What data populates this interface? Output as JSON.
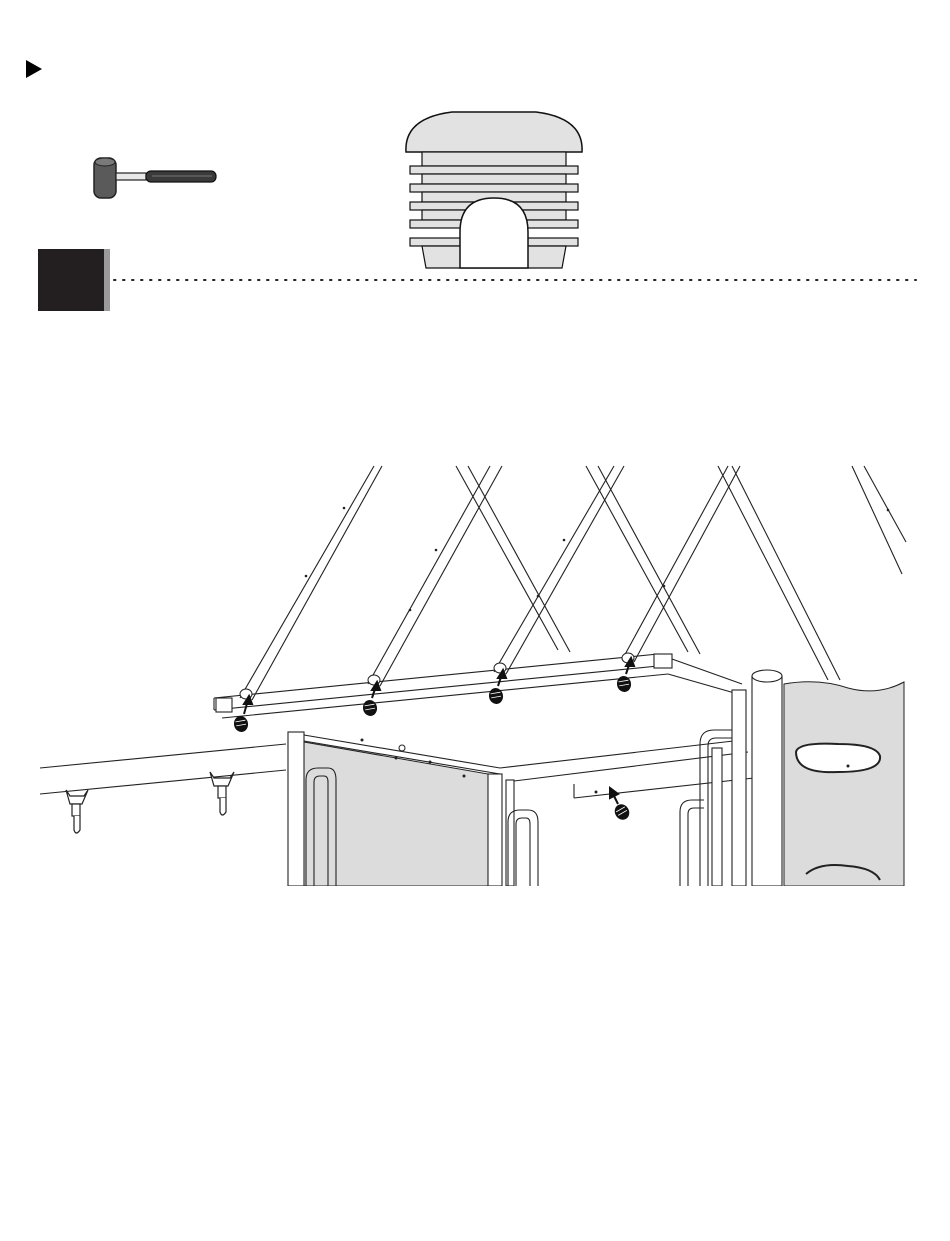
{
  "page": {
    "step_marker_icon": "play-triangle-icon",
    "tools": [
      {
        "icon": "rubber-mallet-icon"
      }
    ],
    "hardware": [
      {
        "icon": "ribbed-end-cap-icon"
      }
    ],
    "step_badge": {
      "icon": "step-number-badge",
      "number": ""
    },
    "illustration": {
      "icon": "swing-frame-end-cap-installation",
      "arrows_shown": 5
    },
    "colors": {
      "ink": "#000000",
      "badge": "#231f20",
      "panel_fill": "#dcdcdc",
      "cap_fill": "#e2e2e2",
      "mallet_head": "#5a5a5a"
    }
  }
}
